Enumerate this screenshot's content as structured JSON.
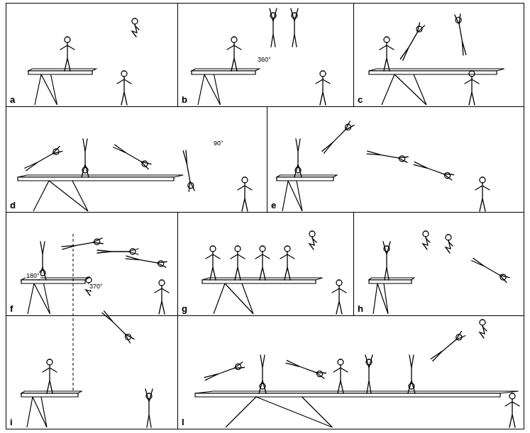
{
  "diagram": {
    "labels": [
      "a",
      "360°",
      "b",
      "c",
      "90°",
      "d",
      "e",
      "370°",
      "f",
      "g",
      "h",
      "180°",
      "i",
      "l"
    ]
  }
}
